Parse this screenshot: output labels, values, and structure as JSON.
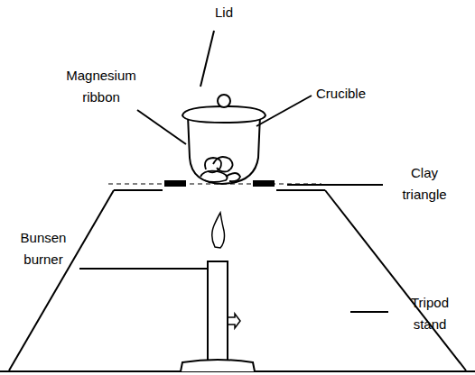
{
  "diagram": {
    "labels": [
      "Lid",
      "Magnesium ribbon",
      "Crucible",
      "Clay triangle",
      "Bunsen burner",
      "Tripod stand"
    ]
  }
}
